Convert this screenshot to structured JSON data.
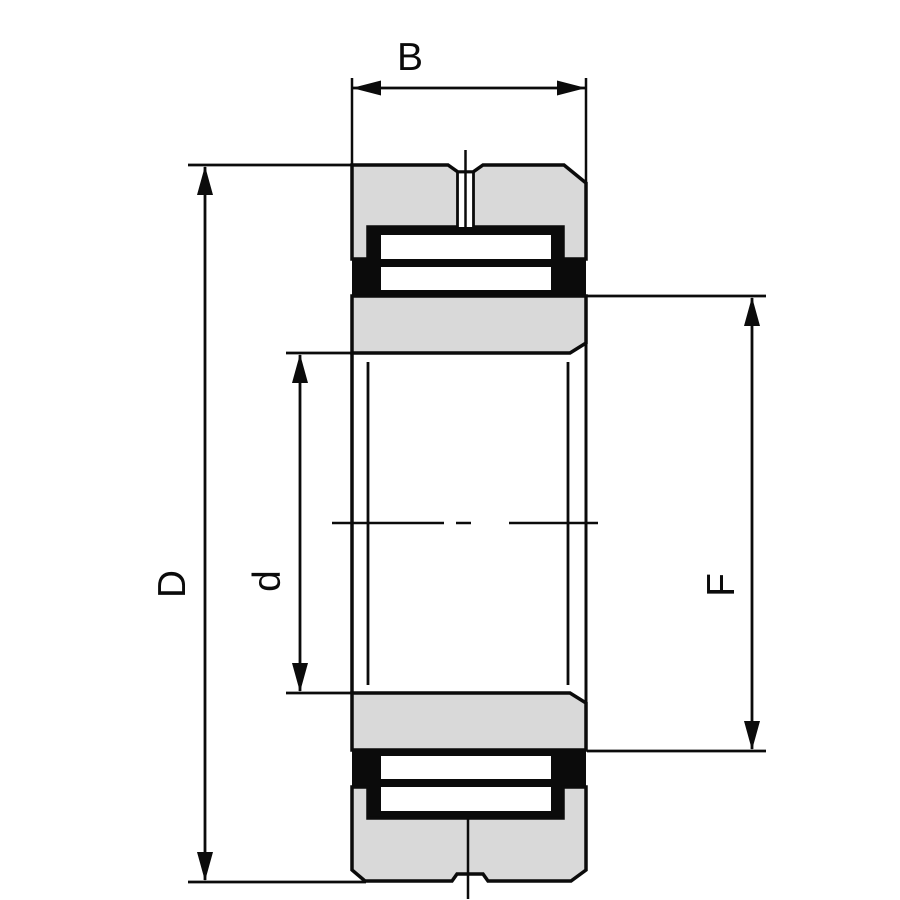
{
  "drawing": {
    "type": "needle-roller-bearing-cross-section",
    "dim_labels": {
      "width": "B",
      "outer_diameter": "D",
      "bore_diameter": "d",
      "raceway_diameter": "F"
    }
  },
  "colors": {
    "background": "#ffffff",
    "line": "#0b0b0b",
    "ring_fill": "#d9d9d9",
    "cage_fill": "#0b0b0b",
    "roller_fill": "#ffffff"
  }
}
